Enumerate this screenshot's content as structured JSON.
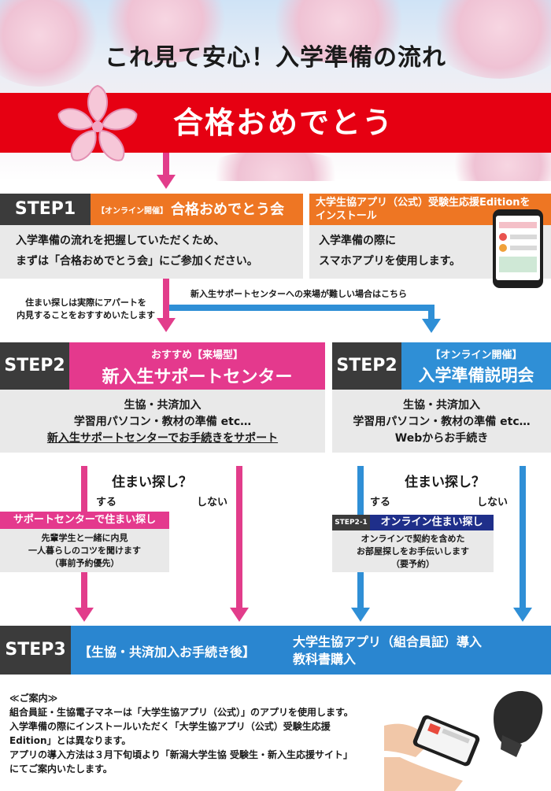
{
  "header": {
    "title": "これ見て安心！入学準備の流れ",
    "banner": "合格おめでとう"
  },
  "step1": {
    "label": "STEP1",
    "left_tag": "【オンライン開催】",
    "left_title": "合格おめでとう会",
    "left_body_1": "入学準備の流れを把握していただくため、",
    "left_body_2": "まずは「合格おめでとう会」にご参加ください。",
    "right_title_1": "大学生協アプリ（公式）受験生応援Editionを",
    "right_title_2": "インストール",
    "right_body_1": "入学準備の際に",
    "right_body_2": "スマホアプリを使用します。"
  },
  "notes": {
    "left_1": "住まい探しは実際にアパートを",
    "left_2": "内見することをおすすめいたします",
    "right": "新入生サポートセンターへの来場が難しい場合はこちら"
  },
  "step2_left": {
    "label": "STEP2",
    "sub": "おすすめ【来場型】",
    "title": "新入生サポートセンター",
    "body_1": "生協・共済加入",
    "body_2": "学習用パソコン・教材の準備 etc…",
    "body_3": "新入生サポートセンターでお手続きをサポート",
    "question": "住まい探し？",
    "yes": "する",
    "no": "しない",
    "bar": "サポートセンターで住まい探し",
    "detail_1": "先輩学生と一緒に内見",
    "detail_2": "一人暮らしのコツを聞けます",
    "detail_3": "（事前予約優先）"
  },
  "step2_right": {
    "label": "STEP2",
    "sub": "【オンライン開催】",
    "title": "入学準備説明会",
    "body_1": "生協・共済加入",
    "body_2": "学習用パソコン・教材の準備 etc…",
    "body_3": "Webからお手続き",
    "question": "住まい探し？",
    "yes": "する",
    "no": "しない",
    "bar_tag": "STEP2-1",
    "bar": "オンライン住まい探し",
    "detail_1": "オンラインで契約を含めた",
    "detail_2": "お部屋探しをお手伝いします",
    "detail_3": "（要予約）"
  },
  "step3": {
    "label": "STEP3",
    "left": "【生協・共済加入お手続き後】",
    "right_1": "大学生協アプリ（組合員証）導入",
    "right_2": "教科書購入"
  },
  "footer": {
    "heading": "≪ご案内≫",
    "line_1": "組合員証・生協電子マネーは「大学生協アプリ（公式）」のアプリを使用します。",
    "line_2": "入学準備の際にインストールいただく「大学生協アプリ（公式）受験生応援",
    "line_3": "Edition」とは異なります。",
    "line_4": "アプリの導入方法は３月下旬頃より「新潟大学生協 受験生・新入生応援サイト」",
    "line_5": "にてご案内いたします。"
  },
  "colors": {
    "red": "#e60012",
    "orange": "#ee7623",
    "pink": "#e4398d",
    "blue": "#2f8fd6",
    "navy": "#1f2f8a",
    "dark": "#3b3b3b"
  }
}
